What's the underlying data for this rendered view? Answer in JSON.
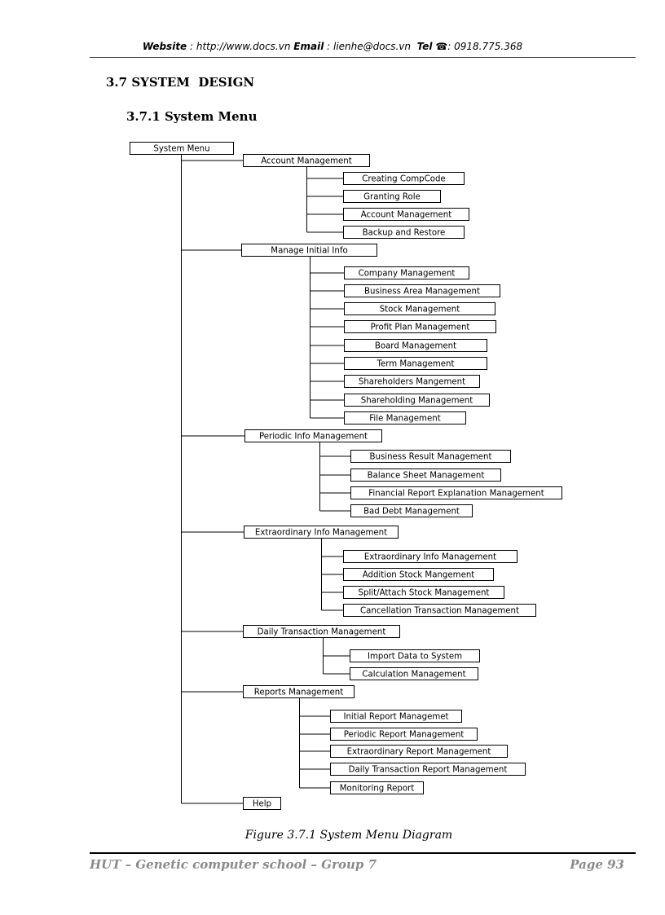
{
  "header": {
    "website_label": "Website",
    "website_sep": " : ",
    "website_url": "http://www.docs.vn",
    "email_label": "Email",
    "email_sep": " : ",
    "email_value": "lienhe@docs.vn",
    "tel_label": "Tel",
    "tel_icon": "phone-icon",
    "tel_value": ": 0918.775.368"
  },
  "section_title": "3.7 SYSTEM  DESIGN",
  "subsection_title": "3.7.1 System Menu",
  "diagram": {
    "root": "System Menu",
    "groups": [
      {
        "label": "Account Management",
        "children": [
          "Creating CompCode",
          "Granting Role",
          "Account Management",
          "Backup and Restore"
        ]
      },
      {
        "label": "Manage Initial Info",
        "children": [
          "Company Management",
          "Business Area Management",
          "Stock Management",
          "Profit Plan Management",
          "Board Management",
          "Term Management",
          "Shareholders Mangement",
          "Shareholding Management",
          "File Management"
        ]
      },
      {
        "label": "Periodic Info Management",
        "children": [
          "Business Result Management",
          "Balance Sheet Management",
          "Financial Report Explanation Management",
          "Bad Debt Management"
        ]
      },
      {
        "label": "Extraordinary Info Management",
        "children": [
          "Extraordinary Info Management",
          "Addition Stock Mangement",
          "Split/Attach Stock Management",
          "Cancellation Transaction Management"
        ]
      },
      {
        "label": "Daily Transaction Management",
        "children": [
          "Import Data to System",
          "Calculation Management"
        ]
      },
      {
        "label": "Reports Management",
        "children": [
          "Initial Report Managemet",
          "Periodic Report Management",
          "Extraordinary Report Management",
          "Daily Transaction Report Management",
          "Monitoring Report"
        ]
      },
      {
        "label": "Help",
        "children": []
      }
    ]
  },
  "caption": "Figure 3.7.1 System Menu Diagram",
  "footer": {
    "left": "HUT – Genetic computer school – Group 7",
    "right": "Page 93"
  }
}
